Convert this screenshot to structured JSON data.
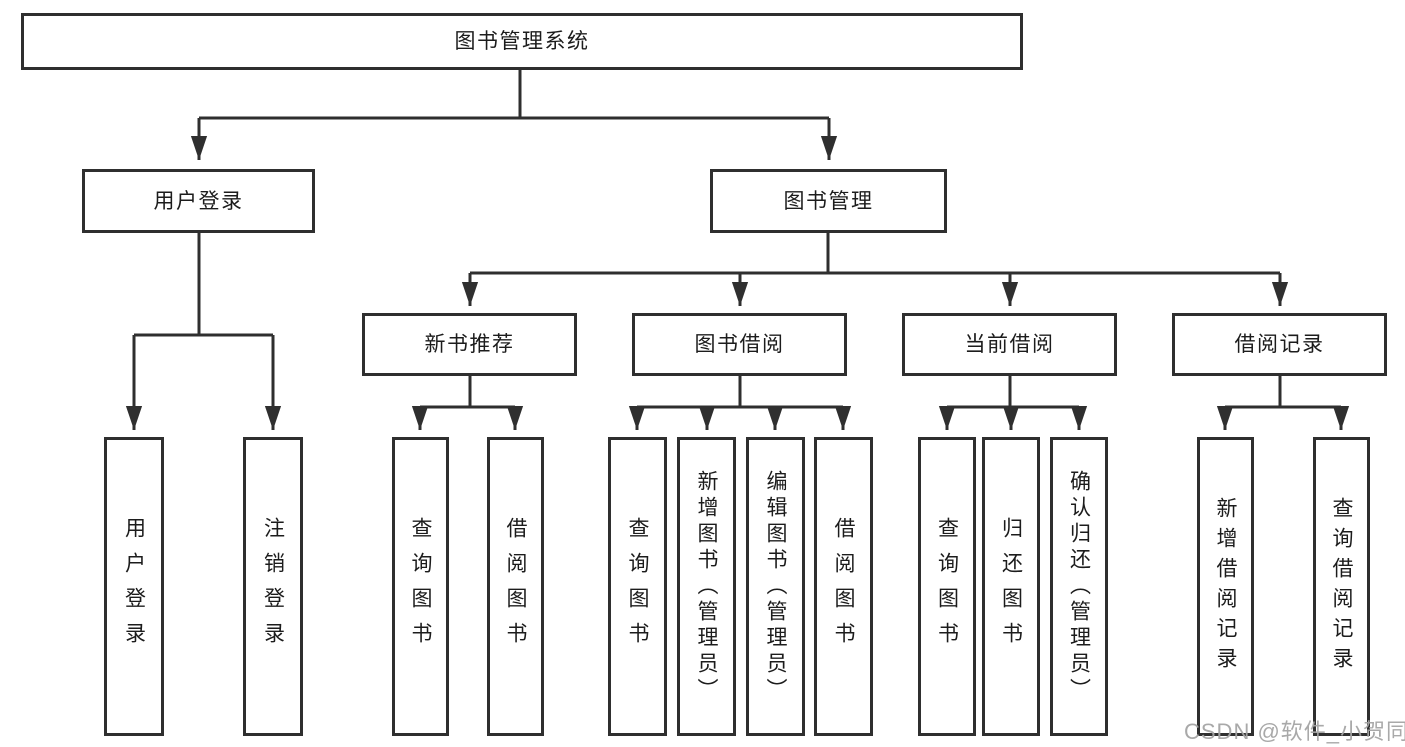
{
  "diagram_type": "hierarchy-tree",
  "colors": {
    "background": "#ffffff",
    "line": "#2f2f2f",
    "box_border": "#2f2f2f",
    "box_fill": "#ffffff",
    "text": "#1c1c1c",
    "watermark": "#a4a4a4"
  },
  "nodes": {
    "root": {
      "label": "图书管理系统"
    },
    "level2": [
      {
        "label": "用户登录"
      },
      {
        "label": "图书管理"
      }
    ],
    "level3": [
      {
        "label": "新书推荐"
      },
      {
        "label": "图书借阅"
      },
      {
        "label": "当前借阅"
      },
      {
        "label": "借阅记录"
      }
    ],
    "leaves": {
      "user_login": [
        {
          "label": "用户登录"
        },
        {
          "label": "注销登录"
        }
      ],
      "new_book": [
        {
          "label": "查询图书"
        },
        {
          "label": "借阅图书"
        }
      ],
      "book_borrow": [
        {
          "label": "查询图书"
        },
        {
          "label": "新增图书（管理员）"
        },
        {
          "label": "编辑图书（管理员）"
        },
        {
          "label": "借阅图书"
        }
      ],
      "current_borrow": [
        {
          "label": "查询图书"
        },
        {
          "label": "归还图书"
        },
        {
          "label": "确认归还（管理员）"
        }
      ],
      "borrow_record": [
        {
          "label": "新增借阅记录"
        },
        {
          "label": "查询借阅记录"
        }
      ]
    }
  },
  "watermark": {
    "text": "CSDN @软件_小贺同学"
  },
  "hierarchy": {
    "图书管理系统": {
      "用户登录": [
        "用户登录",
        "注销登录"
      ],
      "图书管理": {
        "新书推荐": [
          "查询图书",
          "借阅图书"
        ],
        "图书借阅": [
          "查询图书",
          "新增图书（管理员）",
          "编辑图书（管理员）",
          "借阅图书"
        ],
        "当前借阅": [
          "查询图书",
          "归还图书",
          "确认归还（管理员）"
        ],
        "借阅记录": [
          "新增借阅记录",
          "查询借阅记录"
        ]
      }
    }
  }
}
